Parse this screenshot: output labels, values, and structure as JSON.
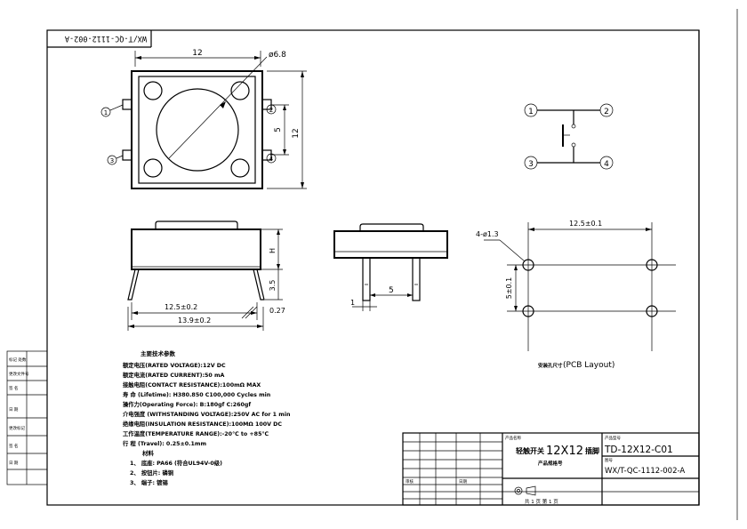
{
  "frame": {
    "drawing_no_mirrored": "WX/T-QC-1112-002-A"
  },
  "top_view": {
    "dim_width": "12",
    "dim_height": "12",
    "dim_cap": "ø6.8",
    "dim_pin_pitch": "5",
    "pins": [
      "1",
      "2",
      "3",
      "4"
    ]
  },
  "schematic": {
    "pins": [
      "1",
      "2",
      "3",
      "4"
    ]
  },
  "side_view": {
    "dim_h": "H",
    "dim_35": "3.5",
    "dim_pitch": "12.5±0.2",
    "dim_overall": "13.9±0.2",
    "dim_027": "0.27"
  },
  "end_view": {
    "dim_1": "1",
    "dim_5": "5"
  },
  "pcb": {
    "hole_spec": "4-ø1.3",
    "dim_pitch_x": "12.5±0.1",
    "dim_pitch_y": "5±0.1",
    "caption_prefix": "安装孔尺寸",
    "caption": "(PCB Layout)"
  },
  "specs": {
    "heading": "主要技术参数",
    "lines": [
      "额定电压(RATED VOLTAGE):12V DC",
      "额定电流(RATED CURRENT):50 mA",
      "接触电阻(CONTACT RESISTANCE):100mΩ MAX",
      "寿 命 (Lifetime): H380.850 C100,000 Cycles min",
      "操作力(Operating Force): B:180gf C:260gf",
      "介电强度 (WITHSTANDING VOLTAGE):250V AC for 1 min",
      "绝缘电阻(INSULATION RESISTANCE):100MΩ 100V DC",
      "工作温度(TEMPERATURE RANGE):-20℃ to +85℃",
      "行 程 (Travel): 0.25±0.1mm"
    ],
    "materials_heading": "材料",
    "materials": [
      "1、 底座: PA66 (符合UL94V-0级)",
      "2、 按钮片: 磷铜",
      "3、 端子: 镀锡"
    ]
  },
  "title_block": {
    "product_label": "产品名称",
    "product_name_prefix": "轻触开关",
    "product_name_size": "12X12",
    "product_name_suffix": "插脚",
    "product_spec_label": "产品规格号",
    "part_label": "产品型号",
    "part_number": "TD-12X12-C01",
    "drawing_label": "图号",
    "drawing_number": "WX/T-QC-1112-002-A",
    "row_labels": [
      "审核",
      "日期"
    ],
    "sheet_row": "共 1 页 第 1 页"
  },
  "left_labels": {
    "items": [
      "标记 处数",
      "更改文件号",
      "签 名",
      "日 期",
      "更改标记",
      "签 名",
      "日 期"
    ]
  }
}
